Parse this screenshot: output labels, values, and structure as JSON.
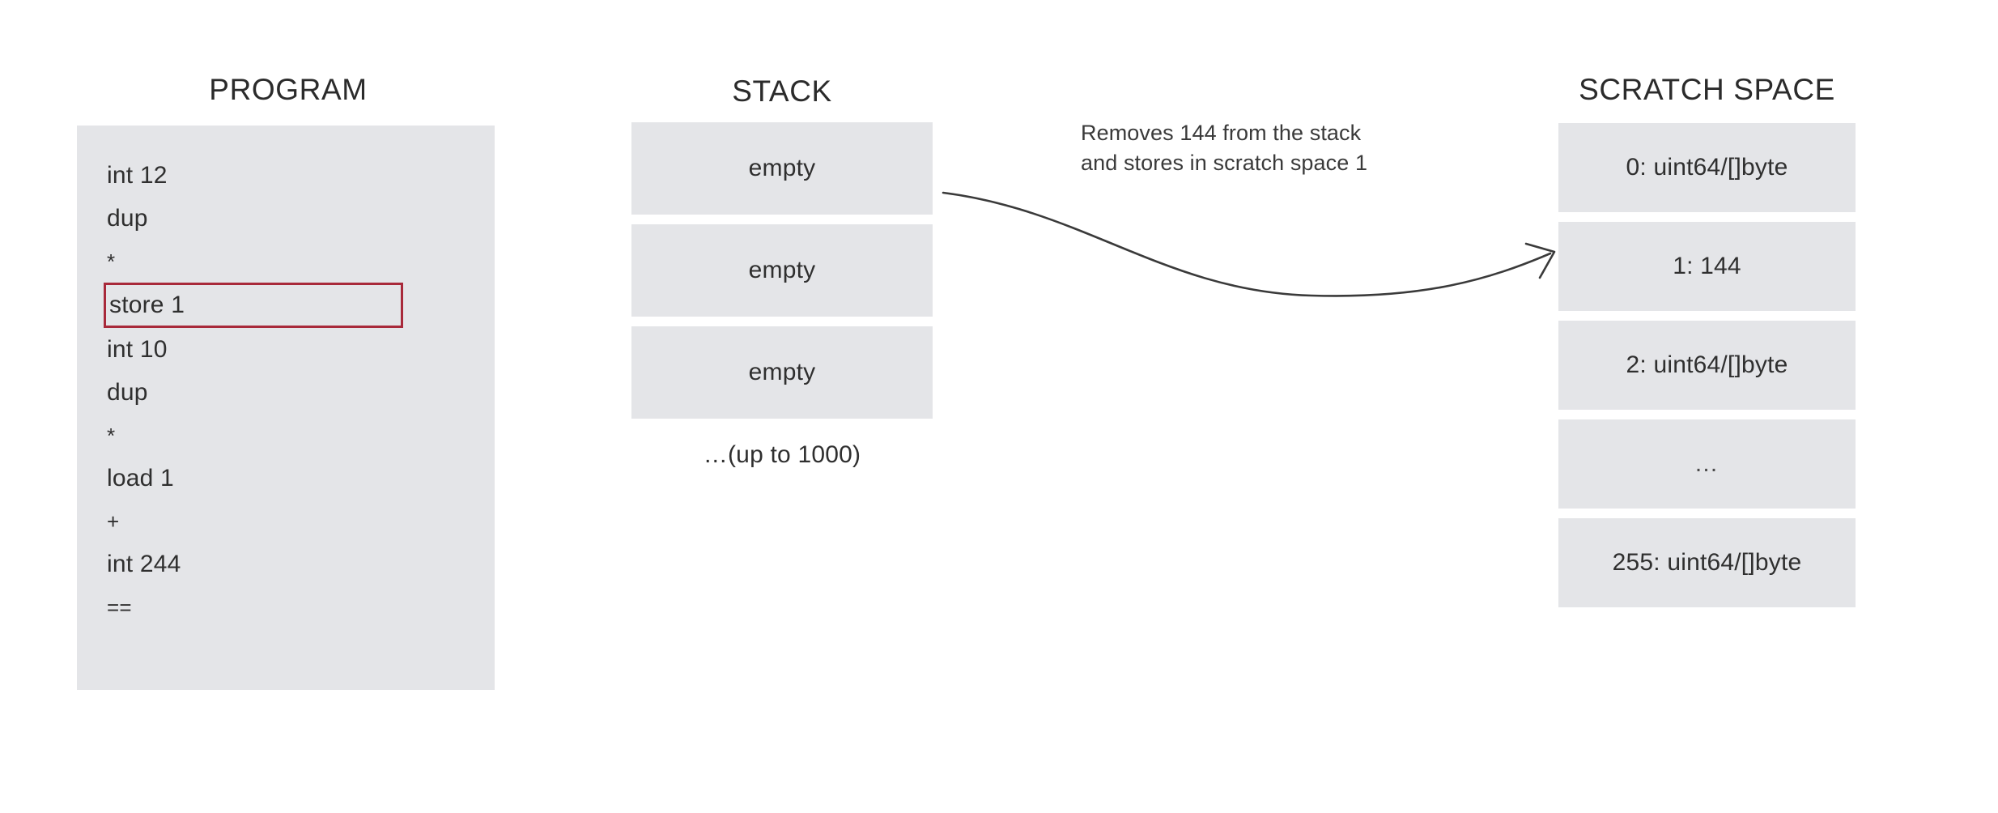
{
  "columns": {
    "program": {
      "title": "PROGRAM",
      "instructions": [
        {
          "text": "int 12",
          "symbol": false,
          "highlighted": false
        },
        {
          "text": "dup",
          "symbol": false,
          "highlighted": false
        },
        {
          "text": "*",
          "symbol": true,
          "highlighted": false
        },
        {
          "text": "store 1",
          "symbol": false,
          "highlighted": true
        },
        {
          "text": "int 10",
          "symbol": false,
          "highlighted": false
        },
        {
          "text": "dup",
          "symbol": false,
          "highlighted": false
        },
        {
          "text": "*",
          "symbol": true,
          "highlighted": false
        },
        {
          "text": "load 1",
          "symbol": false,
          "highlighted": false
        },
        {
          "text": "+",
          "symbol": true,
          "highlighted": false
        },
        {
          "text": "int 244",
          "symbol": false,
          "highlighted": false
        },
        {
          "text": "==",
          "symbol": true,
          "highlighted": false
        }
      ],
      "highlight_color": "#a8293a"
    },
    "stack": {
      "title": "STACK",
      "slots": [
        {
          "label": "empty"
        },
        {
          "label": "empty"
        },
        {
          "label": "empty"
        }
      ],
      "footnote": "…(up to 1000)"
    },
    "scratch": {
      "title": "SCRATCH SPACE",
      "slots": [
        {
          "label": "0: uint64/[]byte",
          "dots": false
        },
        {
          "label": "1: 144",
          "dots": false
        },
        {
          "label": "2: uint64/[]byte",
          "dots": false
        },
        {
          "label": "…",
          "dots": true
        },
        {
          "label": "255: uint64/[]byte",
          "dots": false
        }
      ]
    }
  },
  "annotation": {
    "line1": "Removes 144 from the stack",
    "line2": "and stores in scratch space 1"
  },
  "colors": {
    "panel_background": "#e4e5e8",
    "page_background": "#ffffff",
    "text": "#2f2f2f",
    "highlight_border": "#a8293a",
    "arrow": "#3a3a3a"
  }
}
